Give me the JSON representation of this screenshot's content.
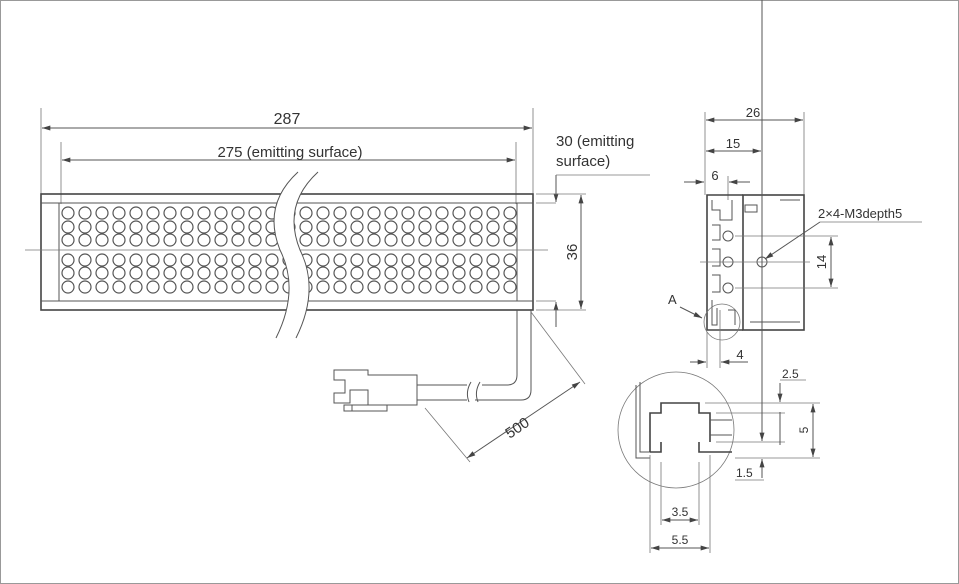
{
  "front_view": {
    "overall_length": "287",
    "emitting_length": "275 (emitting surface)",
    "emitting_width_line1": "30 (emitting",
    "emitting_width_line2": "surface)",
    "height": "36",
    "cable_length": "500",
    "led_rows": 6,
    "led_columns": 27
  },
  "side_view": {
    "width": "26",
    "hole_offset": "15",
    "slot_offset": "6",
    "hole_note": "2×4-M3depth5",
    "hole_pitch": "14",
    "detail_label": "A",
    "slot_edge": "4"
  },
  "detail_view": {
    "dim_top": "2.5",
    "dim_height": "5",
    "dim_bottom": "1.5",
    "dim_inner": "3.5",
    "dim_outer": "5.5"
  }
}
